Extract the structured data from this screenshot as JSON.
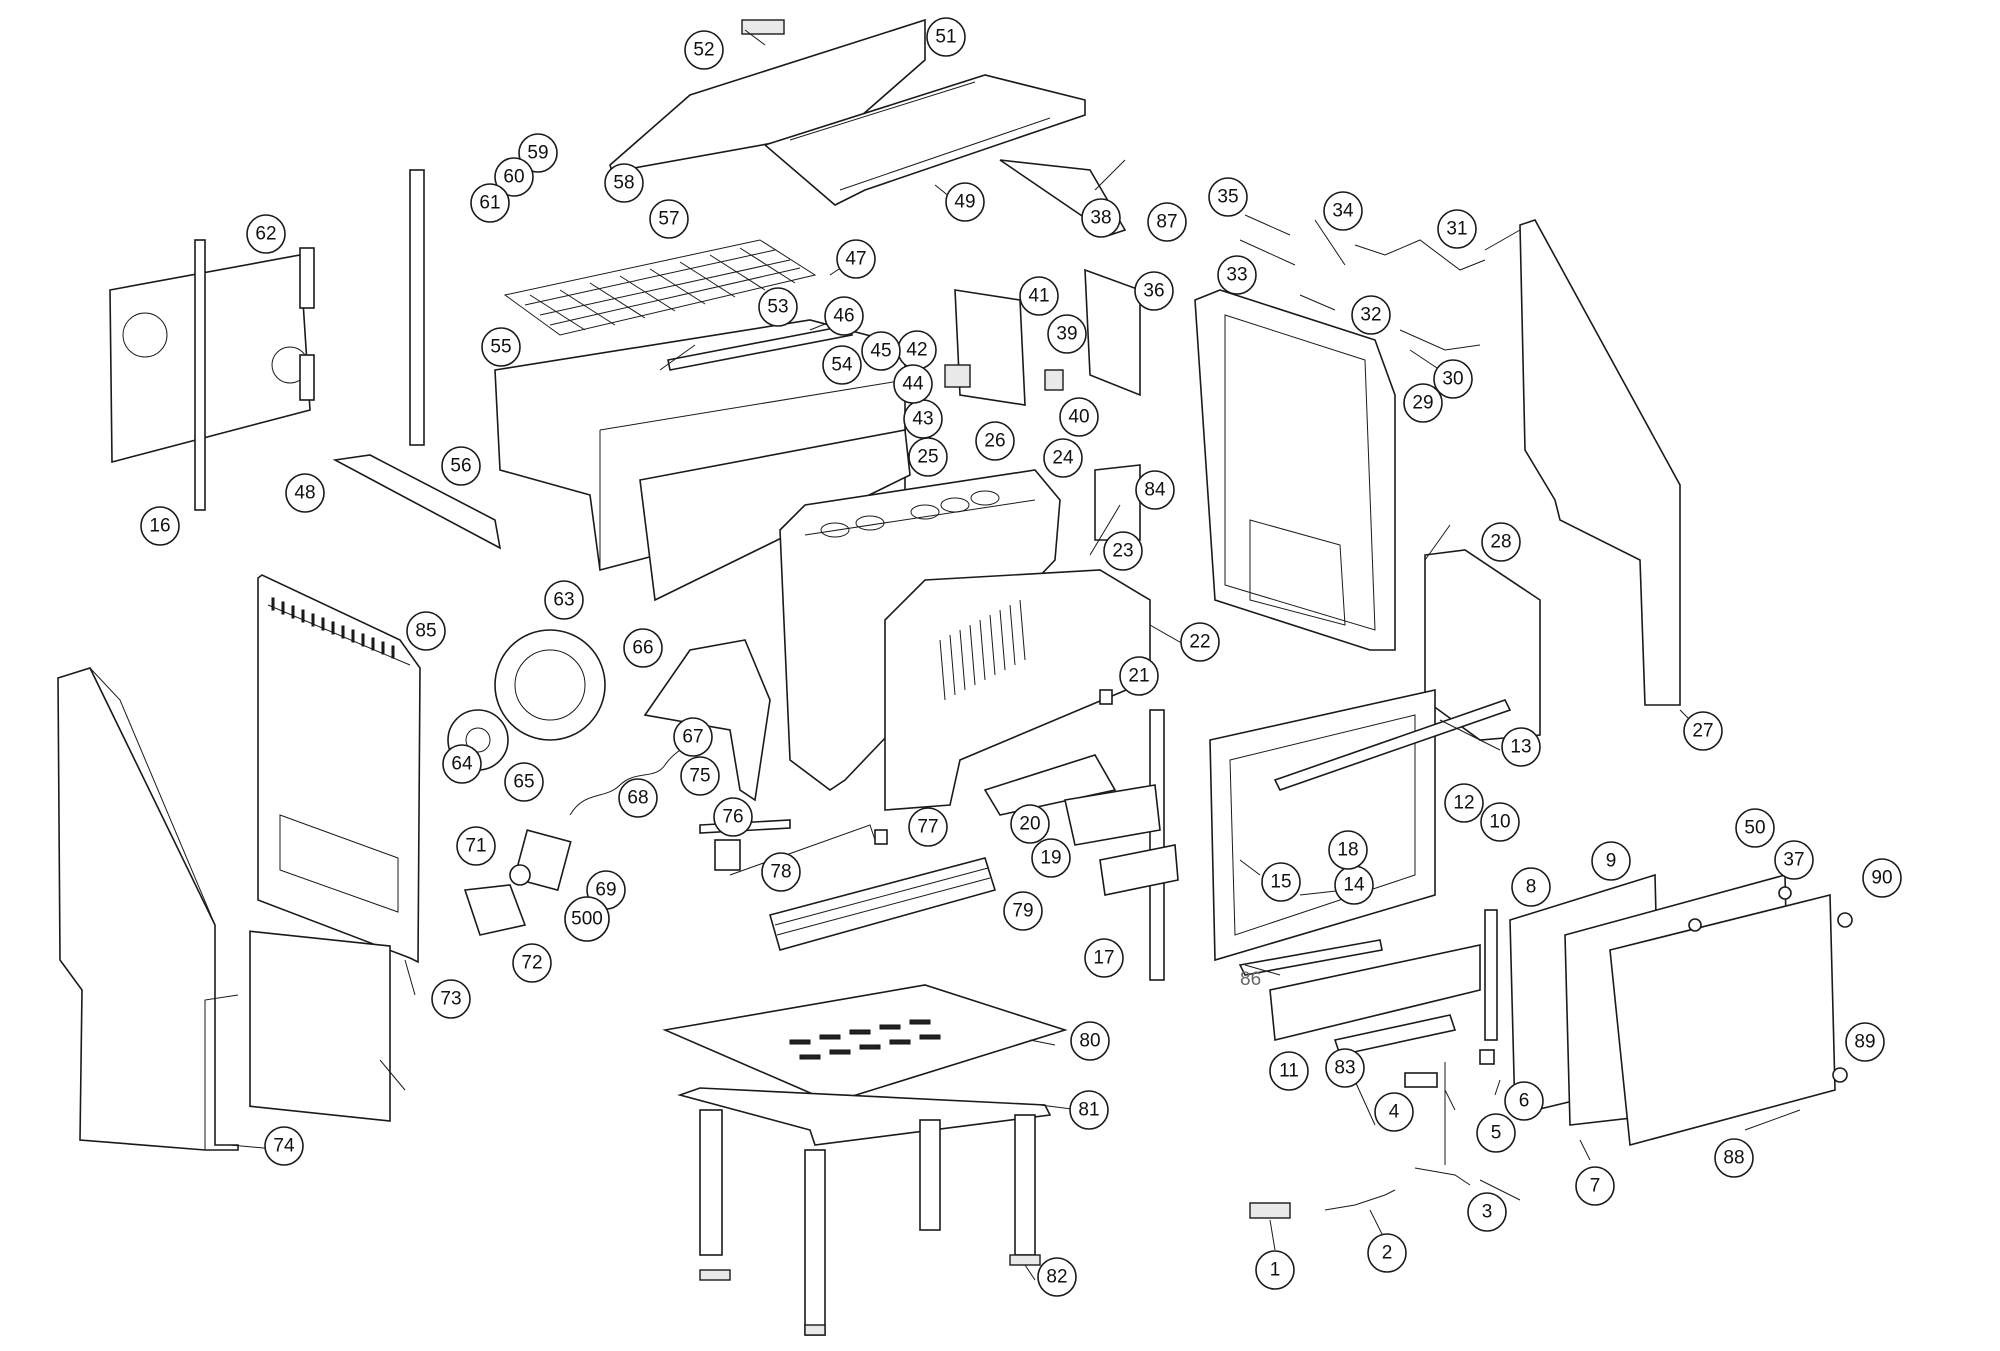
{
  "diagram": {
    "type": "exploded-parts-view",
    "callouts": [
      "1",
      "2",
      "3",
      "4",
      "5",
      "6",
      "7",
      "8",
      "9",
      "10",
      "11",
      "12",
      "13",
      "14",
      "15",
      "16",
      "17",
      "18",
      "19",
      "20",
      "21",
      "22",
      "23",
      "24",
      "25",
      "26",
      "27",
      "28",
      "29",
      "30",
      "31",
      "32",
      "33",
      "34",
      "35",
      "36",
      "37",
      "38",
      "39",
      "40",
      "41",
      "42",
      "43",
      "44",
      "45",
      "46",
      "47",
      "48",
      "49",
      "50",
      "51",
      "52",
      "53",
      "54",
      "55",
      "56",
      "57",
      "58",
      "59",
      "60",
      "61",
      "62",
      "63",
      "64",
      "65",
      "66",
      "67",
      "68",
      "69",
      "71",
      "72",
      "73",
      "74",
      "75",
      "76",
      "77",
      "78",
      "79",
      "80",
      "81",
      "82",
      "83",
      "84",
      "85",
      "87",
      "88",
      "89",
      "90",
      "500"
    ],
    "plain_labels": [
      "86"
    ]
  }
}
